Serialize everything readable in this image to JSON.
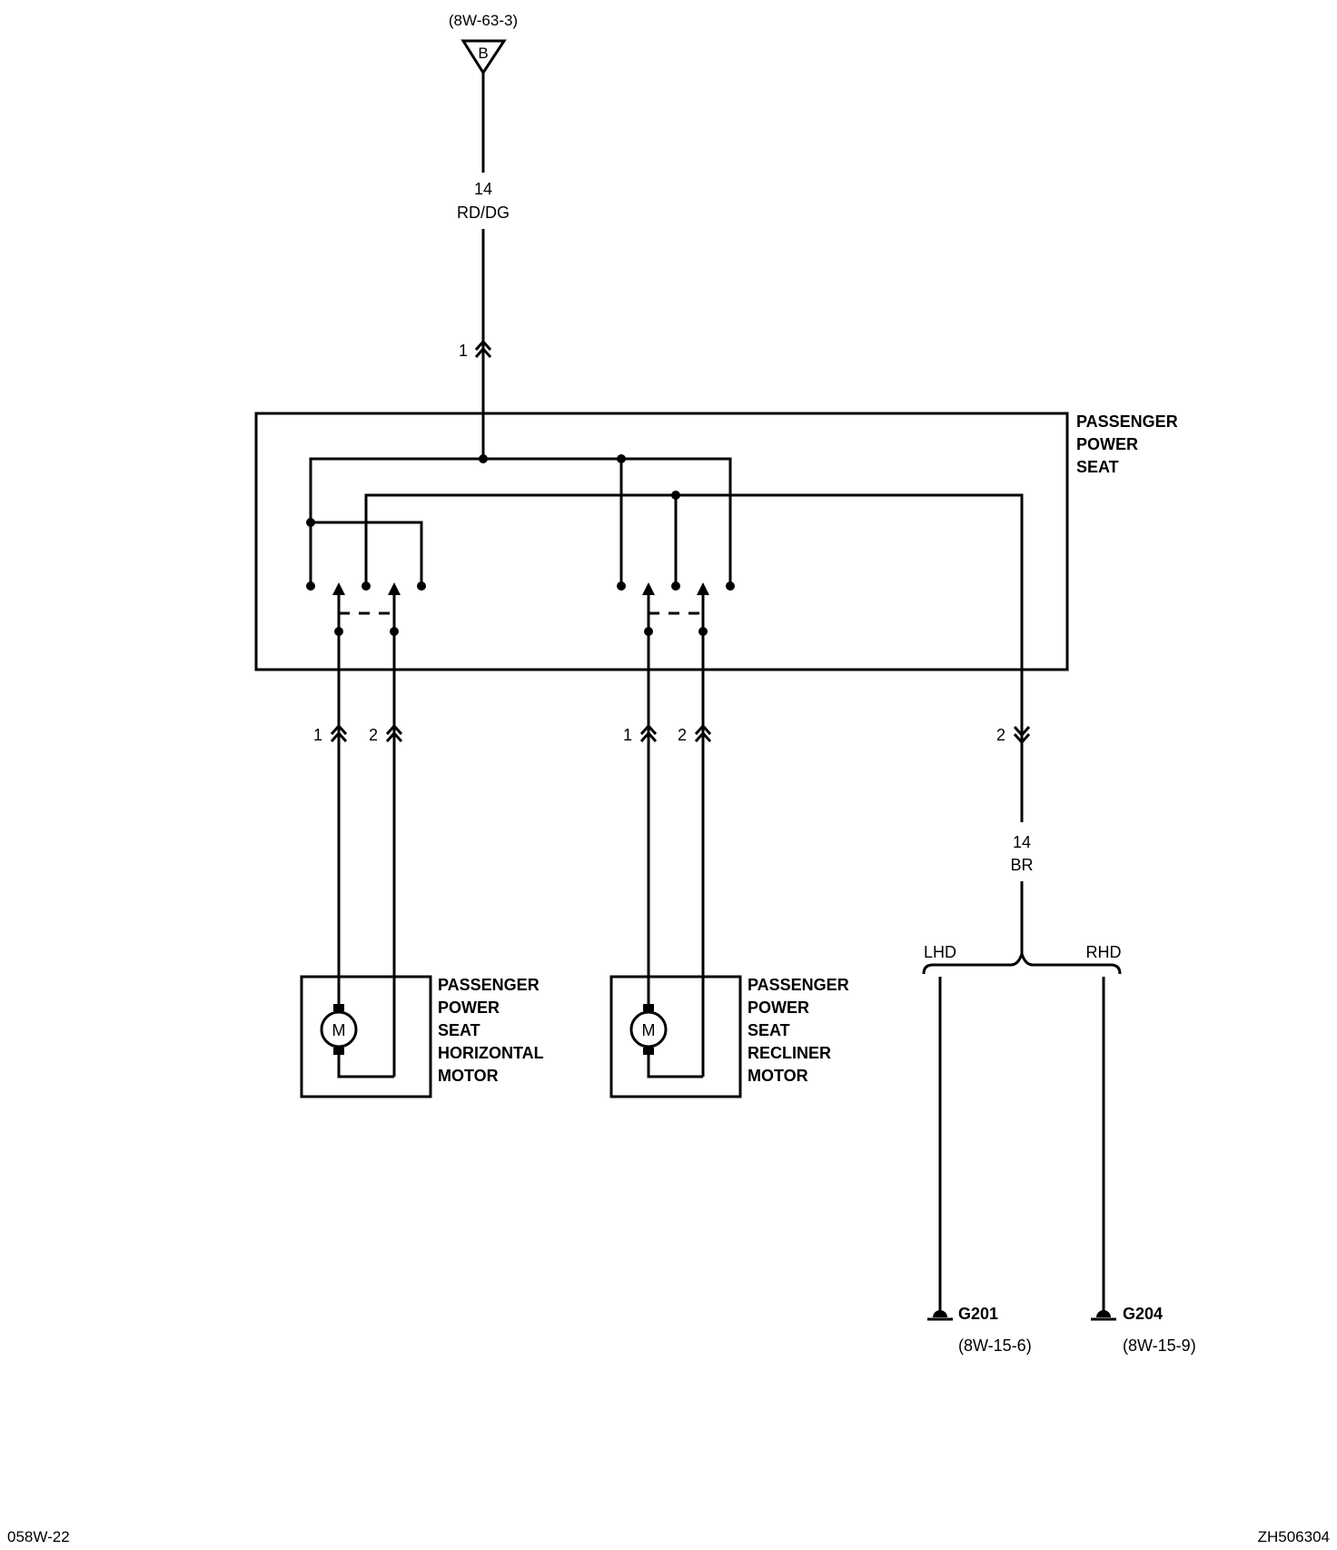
{
  "top_connector": {
    "ref": "(8W-63-3)",
    "letter": "B"
  },
  "feed_wire": {
    "gauge": "14",
    "color": "RD/DG"
  },
  "seat_module": {
    "label_lines": [
      "PASSENGER",
      "POWER",
      "SEAT"
    ],
    "in_pin": "1",
    "ground_pin": "2"
  },
  "horizontal_motor": {
    "label_lines": [
      "PASSENGER",
      "POWER",
      "SEAT",
      "HORIZONTAL",
      "MOTOR"
    ],
    "pin_a": "1",
    "pin_b": "2",
    "symbol": "M"
  },
  "recliner_motor": {
    "label_lines": [
      "PASSENGER",
      "POWER",
      "SEAT",
      "RECLINER",
      "MOTOR"
    ],
    "pin_a": "1",
    "pin_b": "2",
    "symbol": "M"
  },
  "ground_wire": {
    "gauge": "14",
    "color": "BR"
  },
  "branches": {
    "left": "LHD",
    "right": "RHD"
  },
  "grounds": [
    {
      "id": "G201",
      "ref": "(8W-15-6)"
    },
    {
      "id": "G204",
      "ref": "(8W-15-9)"
    }
  ],
  "footer": {
    "left": "058W-22",
    "right": "ZH506304"
  }
}
